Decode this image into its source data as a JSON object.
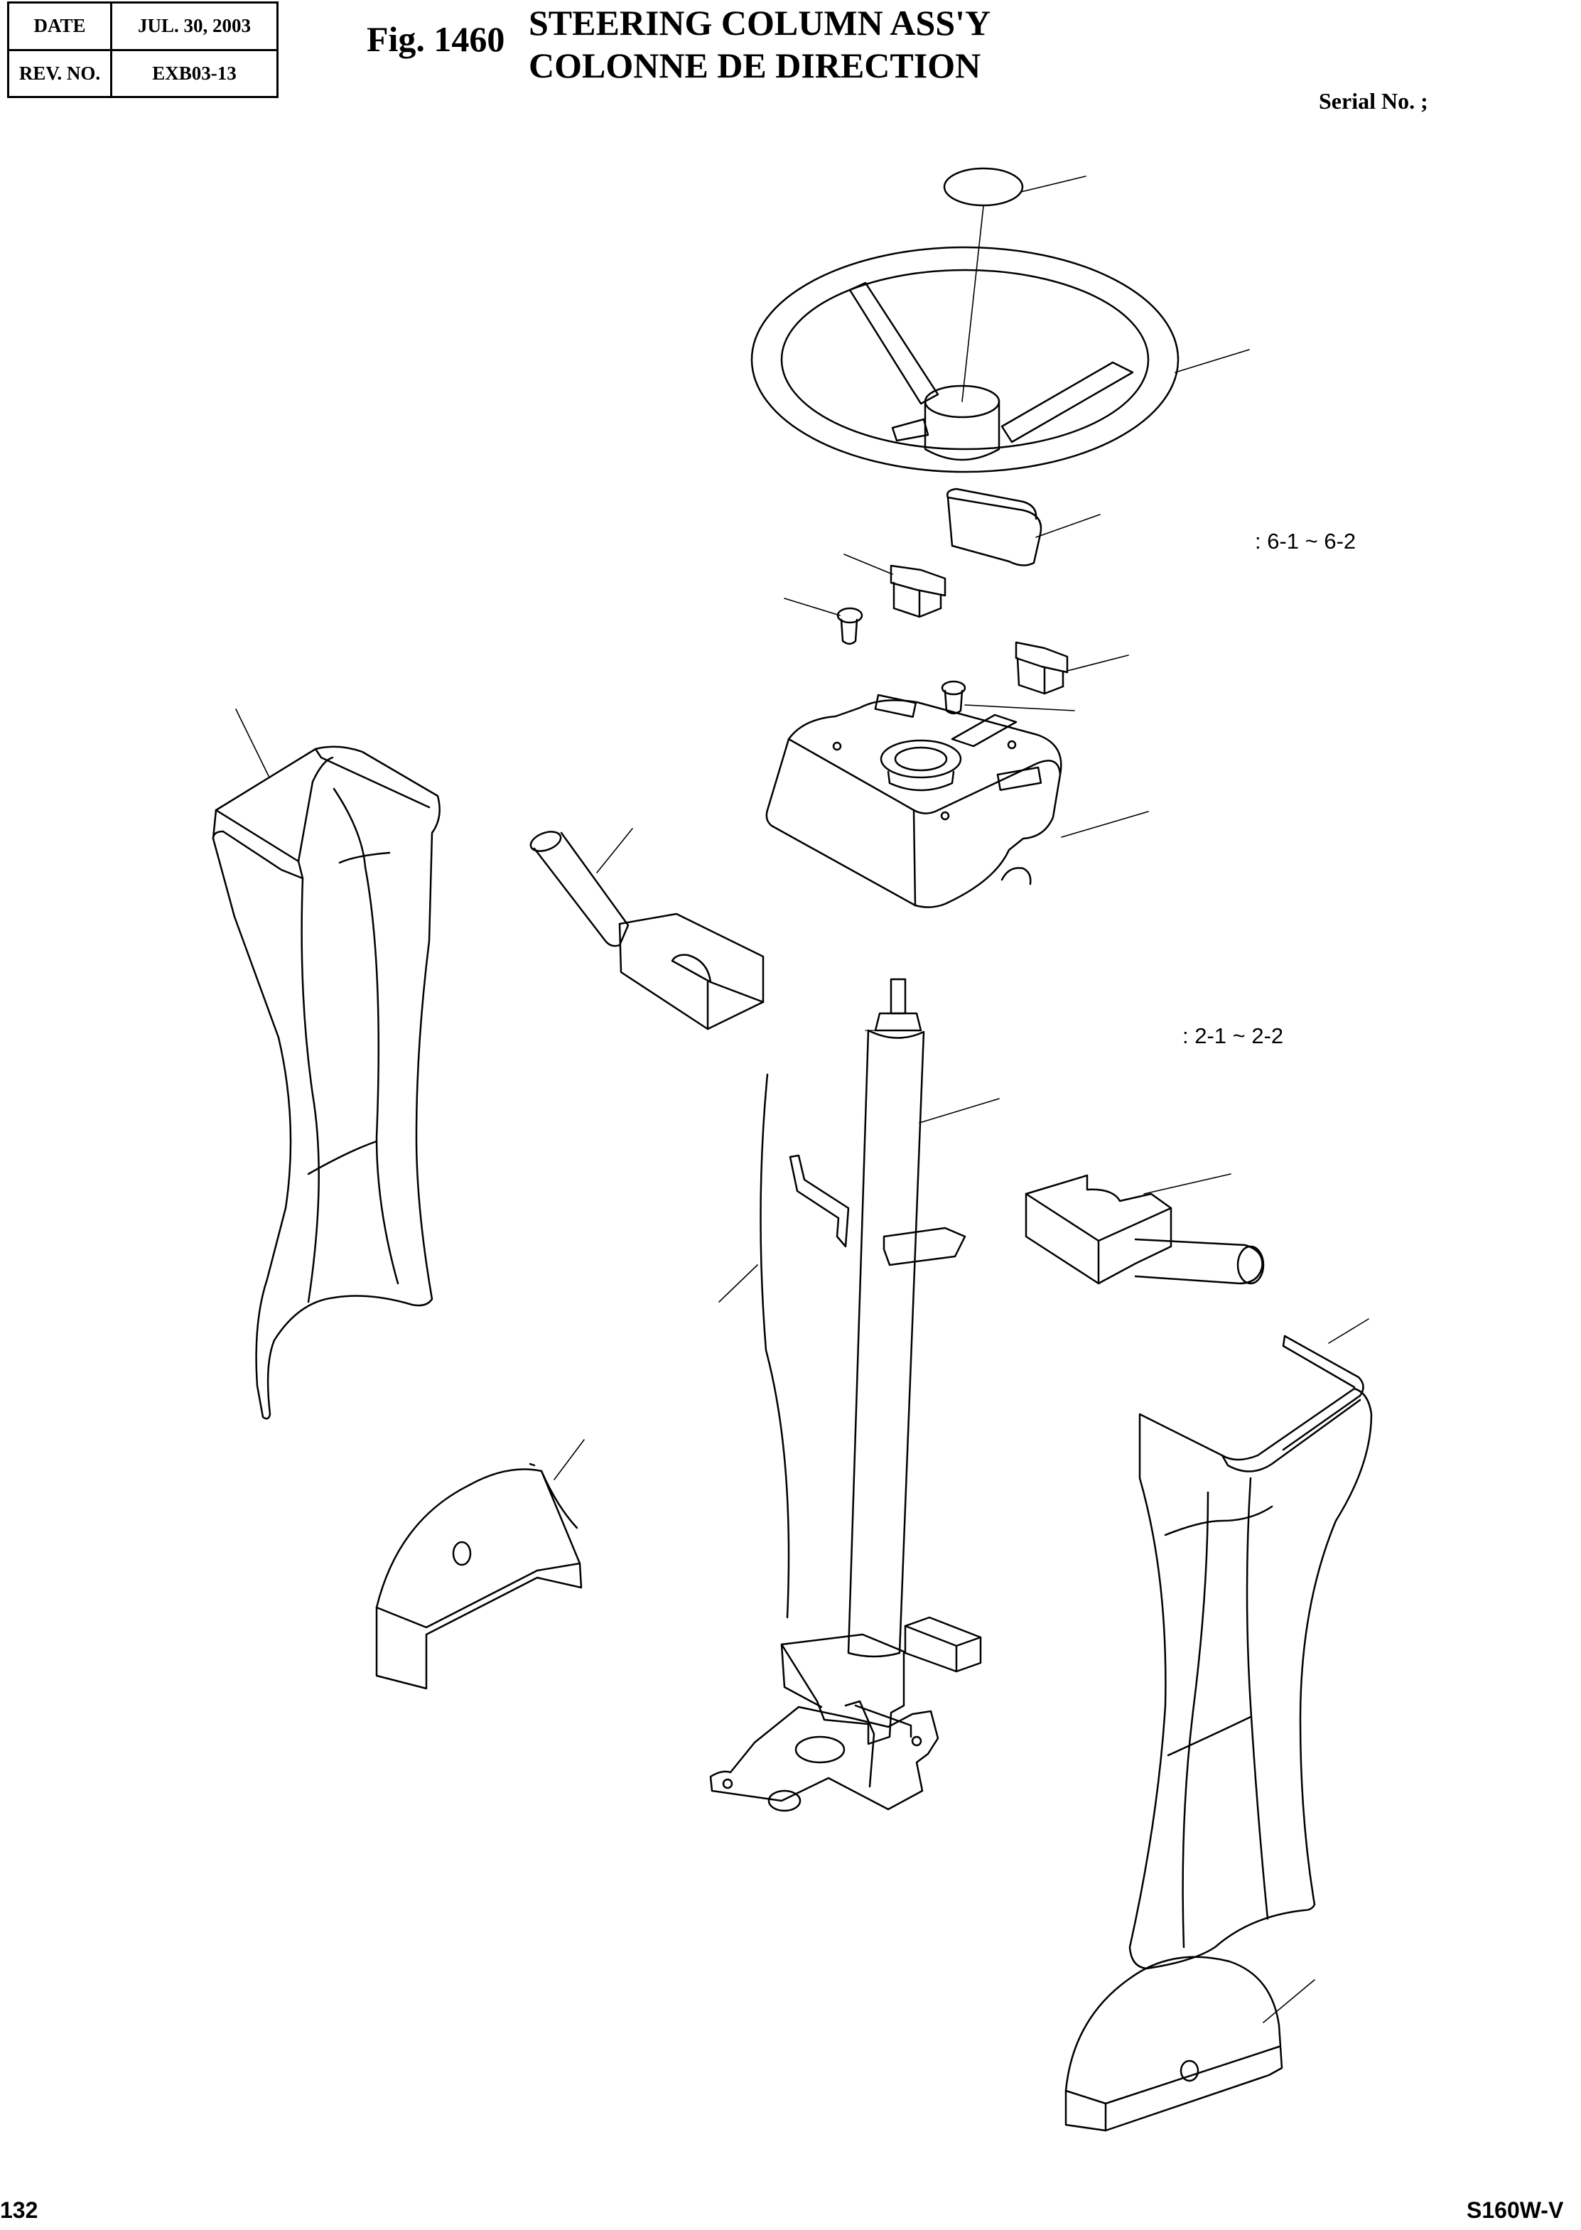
{
  "header": {
    "date_label": "DATE",
    "date_value": "JUL. 30, 2003",
    "rev_label": "REV. NO.",
    "rev_value": "EXB03-13"
  },
  "figure": {
    "number": "Fig. 1460",
    "title_en": "STEERING COLUMN ASS'Y",
    "title_fr": "COLONNE DE DIRECTION"
  },
  "serial": "Serial No. ;",
  "ranges": {
    "a": ": 6-1 ~ 6-2",
    "b": ": 2-1 ~ 2-2"
  },
  "footer": {
    "page": "132",
    "model": "S160W-V"
  }
}
